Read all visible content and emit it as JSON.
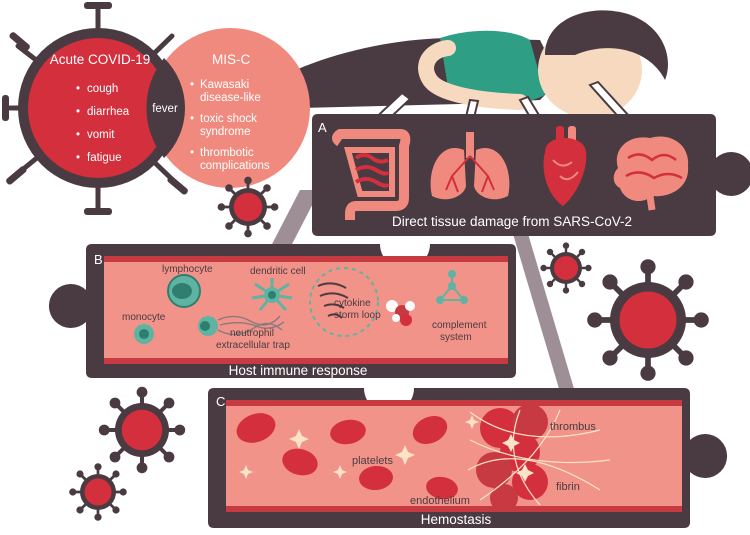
{
  "venn": {
    "left_title": "Acute COVID-19",
    "left_items": [
      "cough",
      "diarrhea",
      "vomit",
      "fatigue"
    ],
    "overlap": "fever",
    "right_title": "MIS-C",
    "right_items": [
      [
        "Kawasaki",
        "disease-like"
      ],
      [
        "toxic shock",
        "syndrome"
      ],
      [
        "thrombotic",
        "complications"
      ]
    ]
  },
  "panel_a": {
    "letter": "A",
    "caption": "Direct tissue damage from SARS-CoV-2"
  },
  "panel_b": {
    "letter": "B",
    "caption": "Host immune response",
    "labels": {
      "lymphocyte": "lymphocyte",
      "dendritic": "dendritic cell",
      "monocyte": "monocyte",
      "net1": "neutrophil",
      "net2": "extracellular trap",
      "cytokine1": "cytokine",
      "cytokine2": "storm loop",
      "complement1": "complement",
      "complement2": "system"
    }
  },
  "panel_c": {
    "letter": "C",
    "caption": "Hemostasis",
    "labels": {
      "platelets": "platelets",
      "thrombus": "thrombus",
      "fibrin": "fibrin",
      "endothelium": "endothelium"
    }
  },
  "colors": {
    "dark": "#4a3b42",
    "red": "#d32f3c",
    "salmon": "#f08a7e",
    "vessel": "#f2938a",
    "shirt": "#2e9e84",
    "skin": "#f7d9bf",
    "teal": "#5fb3a3"
  }
}
